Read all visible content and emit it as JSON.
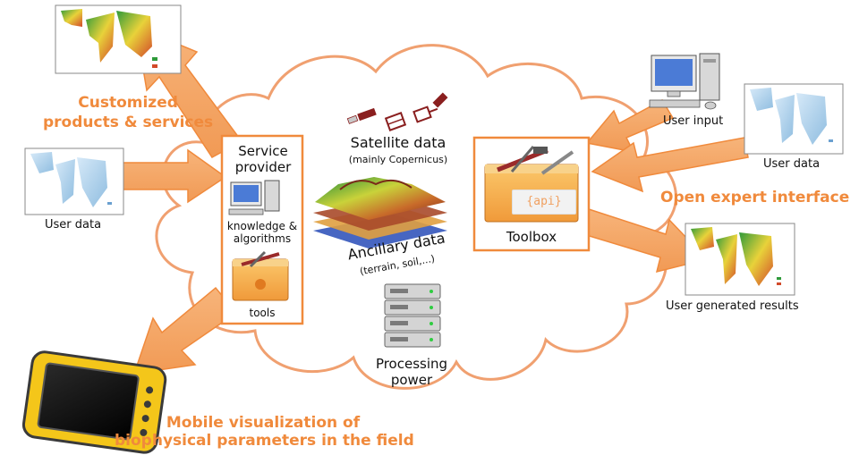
{
  "colors": {
    "accent_orange": "#f08a3c",
    "cloud_stroke": "#f0a070",
    "box_stroke": "#f08a3c",
    "text_dark": "#111111"
  },
  "labels": {
    "customized_products": [
      "Customized",
      "products & services"
    ],
    "user_data_left": "User data",
    "service_provider": [
      "Service",
      "provider"
    ],
    "knowledge_algorithms": [
      "knowledge &",
      "algorithms"
    ],
    "tools": "tools",
    "satellite_data": "Satellite data",
    "satellite_sub": "(mainly Copernicus)",
    "ancillary_data": "Ancillary data",
    "ancillary_sub": "(terrain, soil,...)",
    "processing_power": [
      "Processing",
      "power"
    ],
    "toolbox": "Toolbox",
    "api_tag": "{api}",
    "user_input": "User input",
    "user_data_right": "User data",
    "open_expert_interface": "Open expert interface",
    "user_generated_results": "User generated results",
    "mobile_visualization": [
      "Mobile visualization of",
      "biophysical parameters in the field"
    ]
  },
  "icons": [
    "crop-map-image",
    "ice-map-image",
    "computer-icon",
    "toolbox-icon",
    "satellite-icon",
    "terrain-layers-icon",
    "server-rack-icon",
    "rugged-tablet-icon"
  ]
}
